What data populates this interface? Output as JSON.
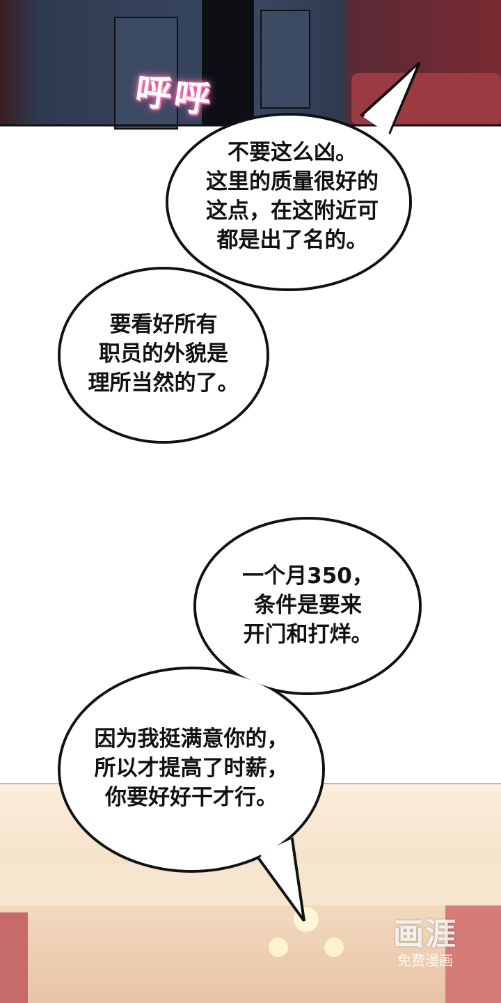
{
  "sound_effect": "呼呼",
  "bubbles": [
    {
      "lines": [
        "不要这么凶。",
        "这里的质量很好的",
        "这点，在这附近可",
        "都是出了名的。"
      ]
    },
    {
      "lines": [
        "要看好所有",
        "职员的外貌是",
        "理所当然的了。"
      ]
    },
    {
      "lines": [
        "一个月350，",
        "条件是要来",
        "开门和打烊。"
      ]
    },
    {
      "lines": [
        "因为我挺满意你的，",
        "所以才提高了时薪，",
        "你要好好干才行。"
      ]
    }
  ],
  "watermark": {
    "logo": "画涯",
    "subtitle": "免费漫画"
  },
  "colors": {
    "top_panel": "#2f3a4d",
    "top_panel_red": "#7a2a33",
    "bottom_panel": "#f3dcc0",
    "sfx_glow": "#ff6fb0"
  }
}
